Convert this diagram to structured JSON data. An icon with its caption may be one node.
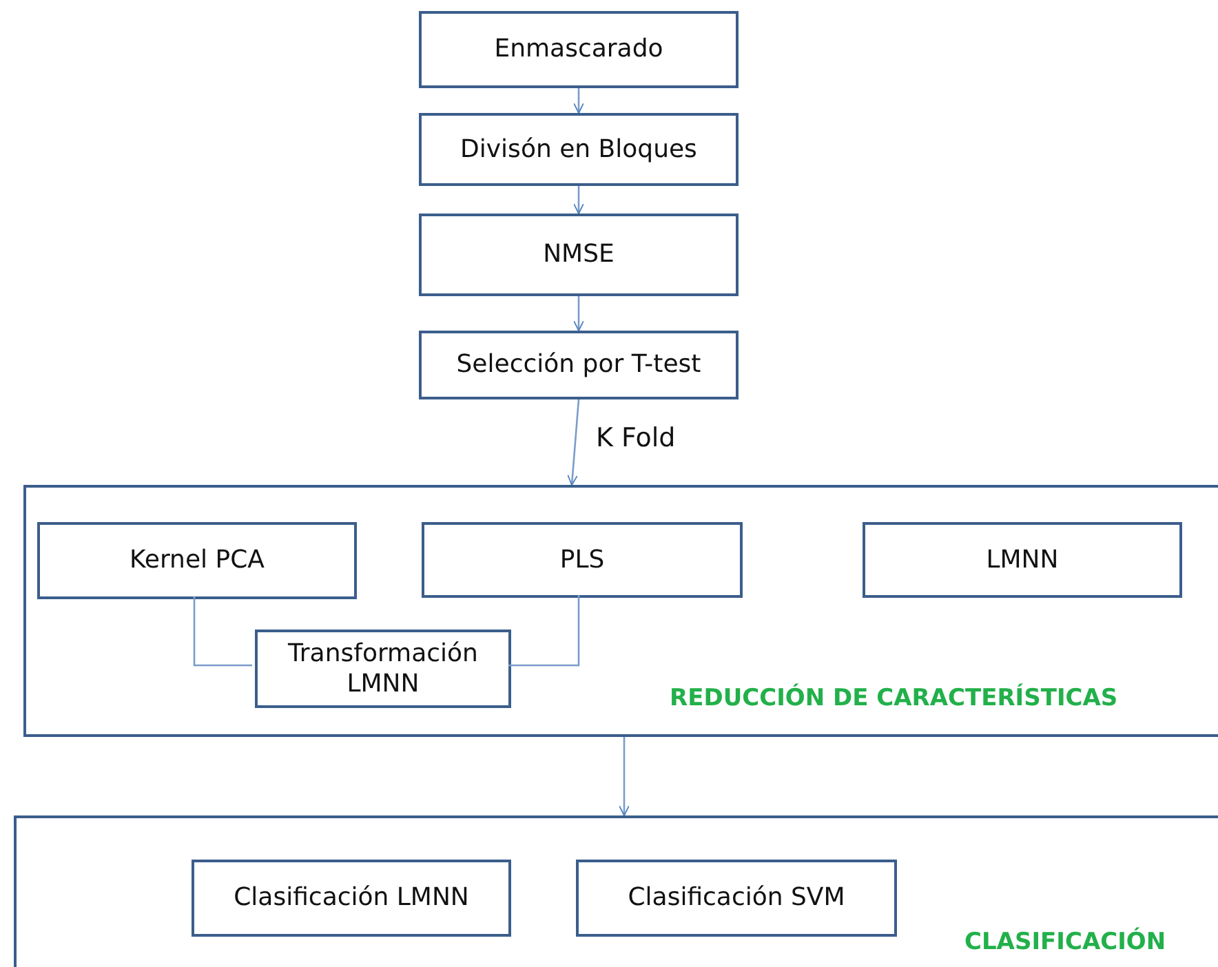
{
  "diagram": {
    "nodes": [
      {
        "text": [
          "Enmascarado"
        ]
      },
      {
        "text": [
          "Divisón en Bloques"
        ]
      },
      {
        "text": [
          "NMSE"
        ]
      },
      {
        "text": [
          "Selección por T-test"
        ]
      },
      {
        "text": [
          "REDUCCIÓN DE CARACTERÍSTICAS"
        ]
      },
      {
        "text": [
          "Kernel PCA"
        ],
        "in": 4
      },
      {
        "text": [
          "PLS"
        ],
        "in": 4
      },
      {
        "text": [
          "LMNN"
        ],
        "in": 4
      },
      {
        "text": [
          "Transformación LMNN"
        ],
        "in": 4
      },
      {
        "text": [
          "CLASIFICACIÓN"
        ]
      },
      {
        "text": [
          "Clasificación LMNN"
        ],
        "in": 9
      },
      {
        "text": [
          "Clasificación SVM"
        ],
        "in": 9
      }
    ],
    "edges": [
      {
        "from": 0,
        "to": 1,
        "arrow": "to"
      },
      {
        "from": 1,
        "to": 2,
        "arrow": "to"
      },
      {
        "from": 2,
        "to": 3,
        "arrow": "to"
      },
      {
        "from": 3,
        "to": 4,
        "arrow": "to",
        "label": "K Fold"
      },
      {
        "from": 5,
        "to": 8,
        "arrow": "none"
      },
      {
        "from": 6,
        "to": 8,
        "arrow": "none"
      },
      {
        "from": 4,
        "to": 9,
        "arrow": "to"
      }
    ]
  }
}
